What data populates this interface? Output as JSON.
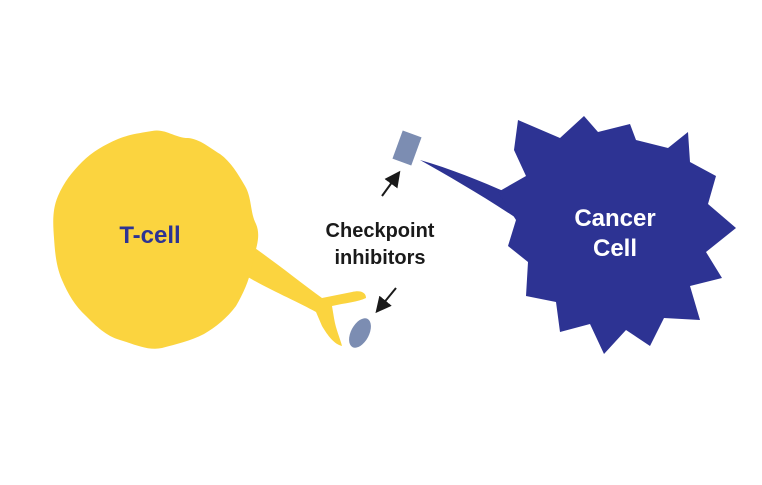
{
  "diagram": {
    "t_cell": {
      "label": "T-cell"
    },
    "cancer_cell": {
      "line1": "Cancer",
      "line2": "Cell"
    },
    "checkpoint": {
      "label": "Checkpoint inhibitors"
    }
  },
  "colors": {
    "t_cell_yellow": "#fbd43f",
    "cancer_navy": "#2d3393",
    "inhibitor_slate": "#7c8db2",
    "label_navy": "#2d3393",
    "label_black": "#1a1a1a",
    "arrow_black": "#1a1a1a"
  }
}
